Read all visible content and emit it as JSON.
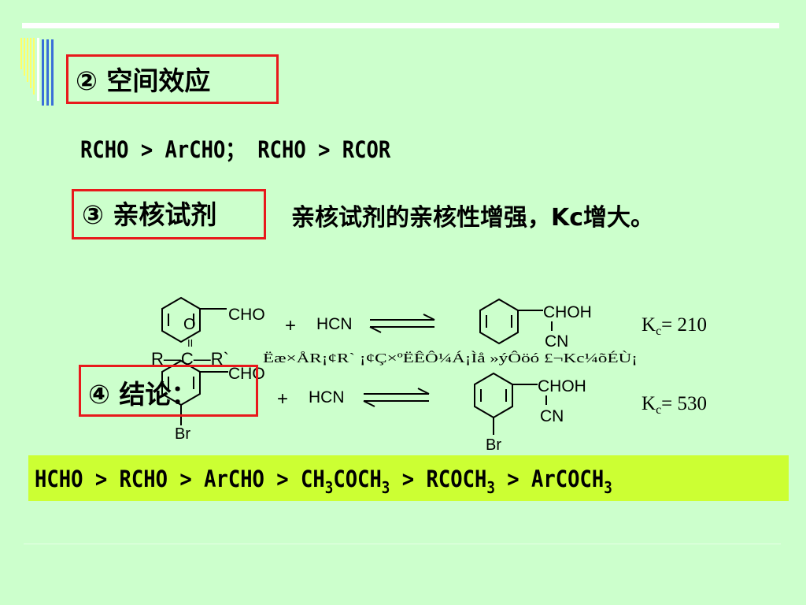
{
  "section2": {
    "heading": "② 空间效应"
  },
  "comparison_line": "RCHO > ArCHO；   RCHO > RCOR",
  "section3": {
    "heading": "③ 亲核试剂",
    "description": "亲核试剂的亲核性增强，Kc增大。"
  },
  "section4": {
    "heading": "④ 结论："
  },
  "reaction1": {
    "reactant_group": "CHO",
    "plus": "+",
    "reagent": "HCN",
    "product_group_top": "CHOH",
    "product_group_bottom": "CN",
    "kc_label": "K",
    "kc_sub": "c",
    "kc_value": "= 210"
  },
  "reaction2": {
    "reactant_group": "CHO",
    "reactant_substituent": "Br",
    "plus": "+",
    "reagent": "HCN",
    "product_group_top": "CHOH",
    "product_group_bottom": "CN",
    "product_substituent": "Br",
    "kc_label": "K",
    "kc_sub": "c",
    "kc_value": "= 530"
  },
  "overlay": {
    "carbonyl_o": "O",
    "carbonyl_bond": "II",
    "carbonyl_formula": "R—C—R`",
    "garbled_text": "Ëæ×ÅR¡¢R` ¡¢Ç×ºËÊÔ¼Á¡Ìå »ýÔöó £¬Kc¼õÉÙ¡"
  },
  "summary": {
    "parts": [
      {
        "t": "HCHO > RCHO > ArCHO > CH"
      },
      {
        "sub": "3"
      },
      {
        "t": "COCH"
      },
      {
        "sub": "3"
      },
      {
        "t": " > RCOCH"
      },
      {
        "sub": "3"
      },
      {
        "t": " > ArCOCH"
      },
      {
        "sub": "3"
      }
    ],
    "p1": "HCHO > RCHO > ArCHO > CH",
    "s1": "3",
    "p2": "COCH",
    "s2": "3",
    "p3": " > RCOCH",
    "s3": "3",
    "p4": " > ArCOCH",
    "s4": "3"
  },
  "colors": {
    "background": "#ccffcc",
    "box_border": "#e8191c",
    "summary_bar": "#ccff33",
    "decor_blue": "#3a6fd8"
  }
}
